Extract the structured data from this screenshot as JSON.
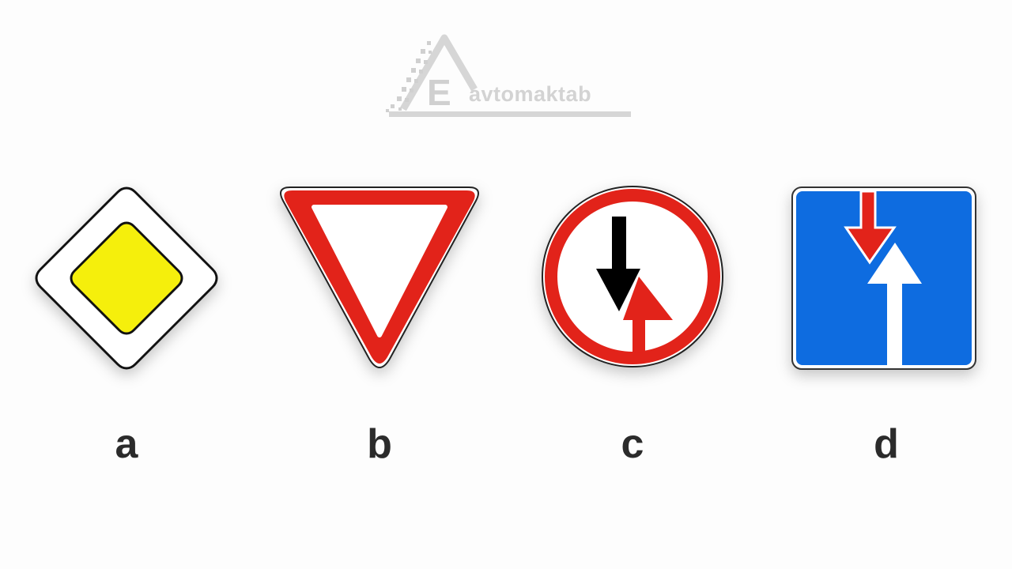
{
  "watermark": {
    "letter": "E",
    "text": "avtomaktab"
  },
  "signs": [
    {
      "label": "a",
      "icon": "main-road-sign-icon",
      "colors": {
        "fill": "#f5ef0c",
        "border": "#111111",
        "background": "#ffffff"
      }
    },
    {
      "label": "b",
      "icon": "yield-sign-icon",
      "colors": {
        "border": "#e2231a",
        "background": "#ffffff"
      }
    },
    {
      "label": "c",
      "icon": "priority-oncoming-traffic-sign-icon",
      "colors": {
        "border": "#e2231a",
        "arrow_down": "#000000",
        "arrow_up": "#e2231a"
      }
    },
    {
      "label": "d",
      "icon": "priority-over-oncoming-traffic-sign-icon",
      "colors": {
        "background": "#0e6ce0",
        "arrow_down": "#e2231a",
        "arrow_up": "#ffffff"
      }
    }
  ],
  "colors": {
    "label_text": "#2b2b2b",
    "watermark": "#d3d3d3"
  }
}
